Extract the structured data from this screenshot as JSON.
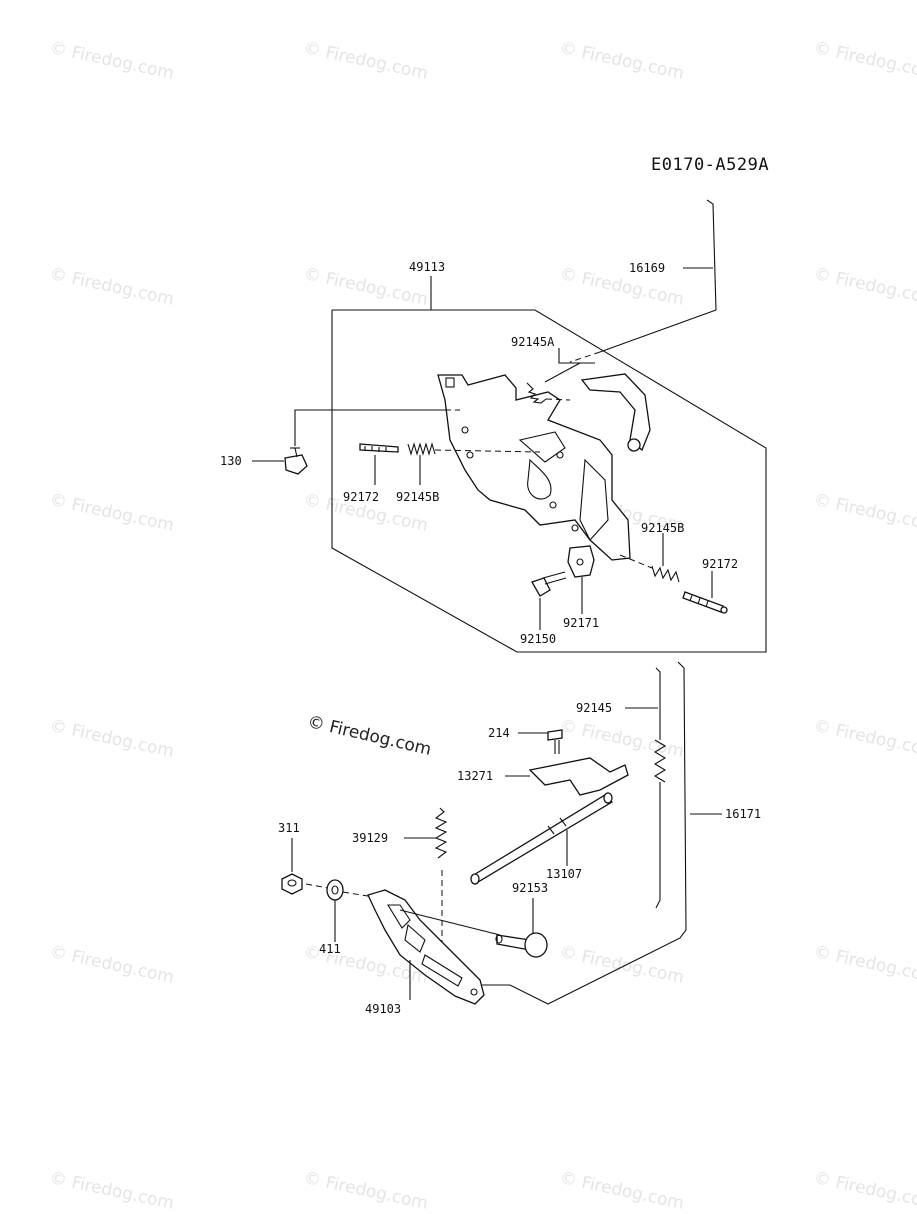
{
  "diagram_code": "E0170-A529A",
  "watermark": "© Firedog.com",
  "watermark_center": "© Firedog.com",
  "parts": {
    "p16169": "16169",
    "p49113": "49113",
    "p92145A": "92145A",
    "p130": "130",
    "p92172_left": "92172",
    "p92145B_left": "92145B",
    "p92145B_right": "92145B",
    "p92172_right": "92172",
    "p92171": "92171",
    "p92150": "92150",
    "p92145": "92145",
    "p214": "214",
    "p13271": "13271",
    "p16171": "16171",
    "p311": "311",
    "p39129": "39129",
    "p13107": "13107",
    "p92153": "92153",
    "p411": "411",
    "p49103": "49103"
  }
}
